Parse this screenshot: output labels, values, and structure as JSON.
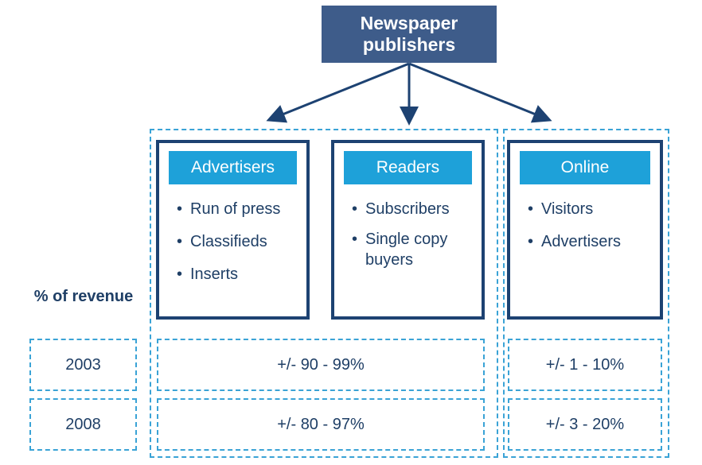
{
  "top": {
    "title": "Newspaper publishers"
  },
  "cards": [
    {
      "header": "Advertisers",
      "items": [
        "Run of press",
        "Classifieds",
        "Inserts"
      ]
    },
    {
      "header": "Readers",
      "items": [
        "Subscribers",
        "Single copy buyers"
      ]
    },
    {
      "header": "Online",
      "items": [
        "Visitors",
        "Advertisers"
      ]
    }
  ],
  "revenue": {
    "label": "% of revenue",
    "rows": [
      {
        "year": "2003",
        "print": "+/-  90 - 99%",
        "online": "+/-  1 - 10%"
      },
      {
        "year": "2008",
        "print": "+/-  80 - 97%",
        "online": "+/-  3 - 20%"
      }
    ]
  },
  "colors": {
    "navy": "#1d4272",
    "header_blue": "#1ea1d9",
    "top_box": "#3e5c8a",
    "dash": "#3aa3d6"
  }
}
